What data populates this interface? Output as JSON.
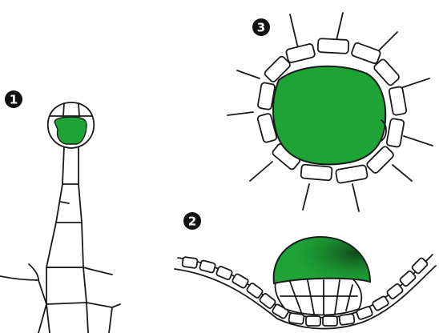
{
  "figure": {
    "background": "#ffffff",
    "ink_color": "#1a1a1a",
    "gland_color": "#1ea336",
    "markers": {
      "stalked_gland": "1",
      "sunken_gland": "2",
      "internal_gland": "3"
    }
  }
}
